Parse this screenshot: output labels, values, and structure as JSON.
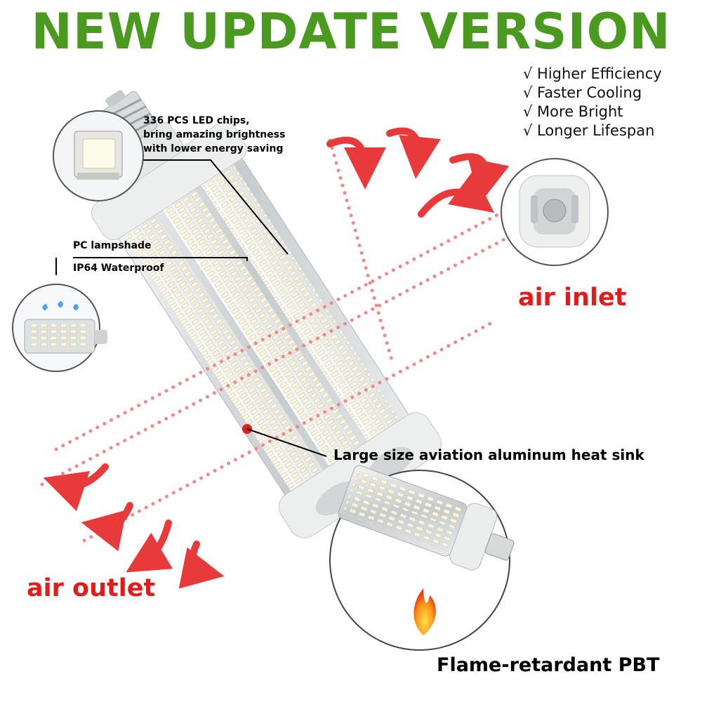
{
  "headline": "NEW UPDATE VERSION",
  "features": [
    "√ Higher Efficiency",
    "√ Faster Cooling",
    "√ More Bright",
    "√ Longer Lifespan"
  ],
  "callouts": {
    "led_chips": [
      "336 PCS LED chips,",
      "bring amazing brightness",
      "with lower energy saving"
    ],
    "lampshade": "PC lampshade",
    "waterproof": "IP64 Waterproof",
    "heat_sink": "Large size aviation aluminum heat sink",
    "flame": "Flame-retardant PBT",
    "air_inlet": "air inlet",
    "air_outlet": "air outlet"
  },
  "colors": {
    "headline_green": "#4a9a1f",
    "label_red": "#e21b1b",
    "arrow_red": "#e83a3a",
    "housing": "#e8eae9",
    "heatsink": "#c9ced1",
    "led_chip": "#f4f0d8"
  }
}
